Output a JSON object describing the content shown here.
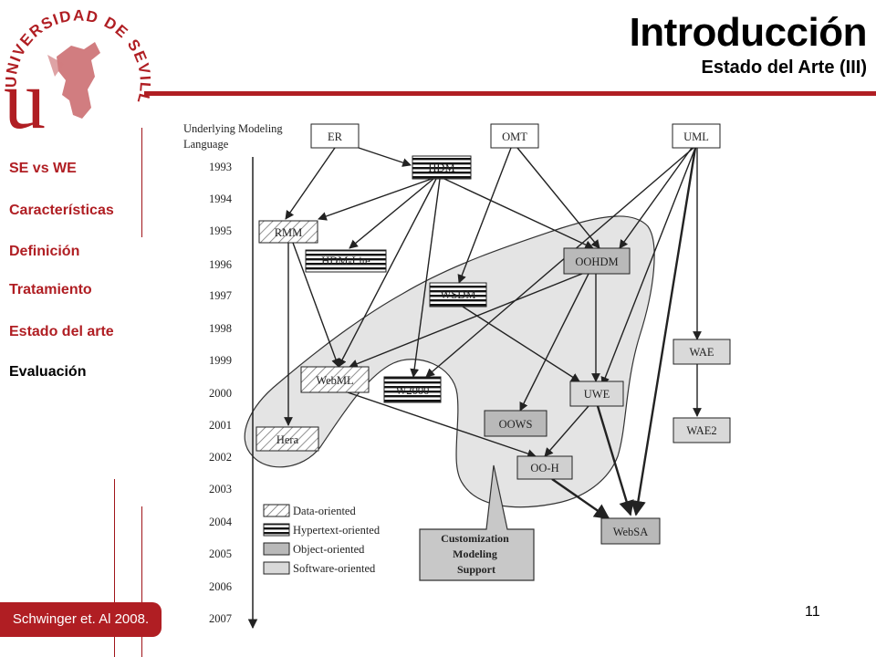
{
  "header": {
    "title": "Introducción",
    "subtitle": "Estado del Arte (III)"
  },
  "logo": {
    "text": "UNIVERSIDAD DE SEVILLA",
    "monogram": "u",
    "colors": {
      "primary": "#b01e23",
      "secondary": "#d98c8c"
    }
  },
  "sidebar": {
    "items": [
      {
        "label": "SE vs WE",
        "color": "#b01e23"
      },
      {
        "label": "Características",
        "color": "#b01e23"
      },
      {
        "label": "Definición",
        "color": "#b01e23"
      },
      {
        "label": "Tratamiento",
        "color": "#b01e23"
      },
      {
        "label": "Estado del arte",
        "color": "#b01e23"
      },
      {
        "label": "Evaluación",
        "color": "#000000"
      }
    ]
  },
  "citation": "Schwinger et. Al 2008.",
  "page_number": "11",
  "diagram": {
    "axis_label_line1": "Underlying Modeling",
    "axis_label_line2": "Language",
    "years": [
      "1993",
      "1994",
      "1995",
      "1996",
      "1997",
      "1998",
      "1999",
      "2000",
      "2001",
      "2002",
      "2003",
      "2004",
      "2005",
      "2006",
      "2007"
    ],
    "nodes": {
      "er": "ER",
      "omt": "OMT",
      "uml": "UML",
      "hdm": "HDM",
      "rmm": "RMM",
      "hdm_lite": "HDM-Lite",
      "oohdm": "OOHDM",
      "wsdm": "WSDM",
      "wae": "WAE",
      "webml": "WebML",
      "w2000": "W2000",
      "uwe": "UWE",
      "oows": "OOWS",
      "hera": "Hera",
      "wae2": "WAE2",
      "ooh": "OO-H",
      "websa": "WebSA"
    },
    "callout_line1": "Customization",
    "callout_line2": "Modeling",
    "callout_line3": "Support",
    "legend": [
      {
        "label": "Data-oriented"
      },
      {
        "label": "Hypertext-oriented"
      },
      {
        "label": "Object-oriented"
      },
      {
        "label": "Software-oriented"
      }
    ]
  }
}
